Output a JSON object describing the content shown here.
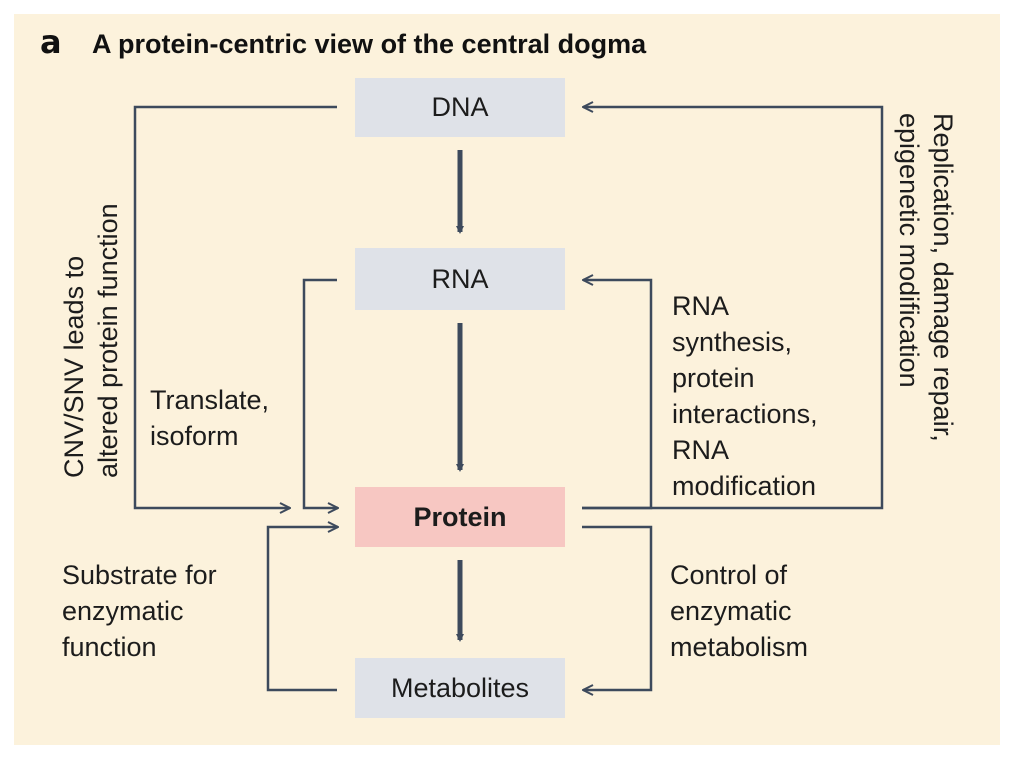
{
  "figure": {
    "panel_letter": "a",
    "title": "A protein-centric view of the central dogma"
  },
  "nodes": {
    "dna": "DNA",
    "rna": "RNA",
    "protein": "Protein",
    "metabolites": "Metabolites"
  },
  "edge_labels": {
    "cnv": "CNV/SNV leads to\naltered protein function",
    "replication": "Replication, damage repair,\nepigenetic modification",
    "translate": "Translate,\nisoform",
    "rna_synthesis": "RNA\nsynthesis,\nprotein\ninteractions,\nRNA\nmodification",
    "substrate": "Substrate for\nenzymatic\nfunction",
    "control": "Control of\nenzymatic\nmetabolism"
  },
  "colors": {
    "background": "#fcf2dc",
    "node_gray": "#dfe2e8",
    "node_protein": "#f7c7c2",
    "arrow": "#3d4a5c"
  }
}
